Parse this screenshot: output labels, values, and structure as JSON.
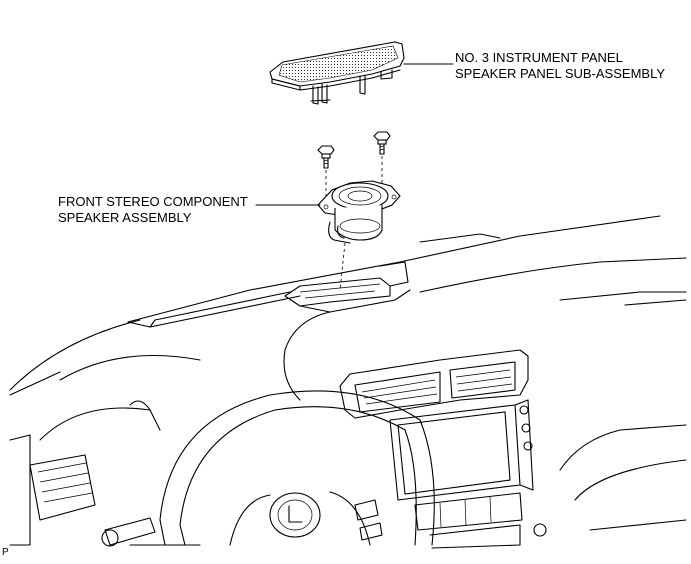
{
  "labels": {
    "panel_line1": "NO. 3 INSTRUMENT PANEL",
    "panel_line2": "SPEAKER PANEL SUB-ASSEMBLY",
    "speaker_line1": "FRONT STEREO COMPONENT",
    "speaker_line2": "SPEAKER ASSEMBLY"
  },
  "page_mark": "P"
}
